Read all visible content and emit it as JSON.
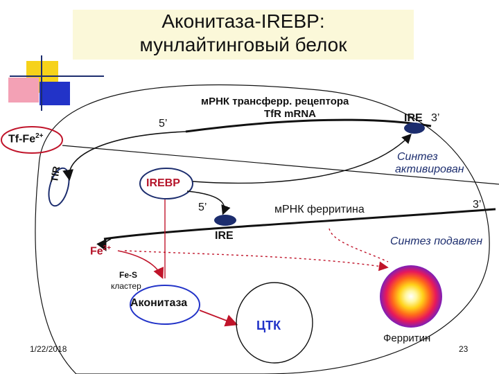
{
  "title": {
    "line1": "Аконитаза-IREBP:",
    "line2": "мунлайтинговый белок"
  },
  "labels": {
    "tf_receptor_mrna": "мРНК трансферр. рецептора",
    "tfr_mrna": "TfR mRNA",
    "ire_top": "IRE",
    "three_prime_top": "3’",
    "five_prime_top": "5’",
    "tf_fe": "Tf-Fe",
    "tf_fe_sup": "2+",
    "tfr": "TfR",
    "synthesis_activated_1": "Синтез",
    "synthesis_activated_2": "активирован",
    "irebp": "IREBP",
    "five_prime_mid": "5’",
    "ferritin_mrna": "мРНК ферритина",
    "three_prime_mid": "3’",
    "ire_mid": "IRE",
    "synthesis_suppressed": "Синтез подавлен",
    "fe": "Fe",
    "fe_sup": "2+",
    "fes_cluster_1": "Fe-S",
    "fes_cluster_2": "кластер",
    "aconitase": "Аконитаза",
    "tca": "ЦТК",
    "ferritin": "Ферритин"
  },
  "footer": {
    "date": "1/22/2018",
    "page": "23"
  },
  "colors": {
    "red": "#b5142a",
    "navy": "#1c2d6e",
    "blue": "#2233c8",
    "yellow": "#f6d21a",
    "pink": "#f3a1b5",
    "title_bg": "#fbf8d9"
  }
}
